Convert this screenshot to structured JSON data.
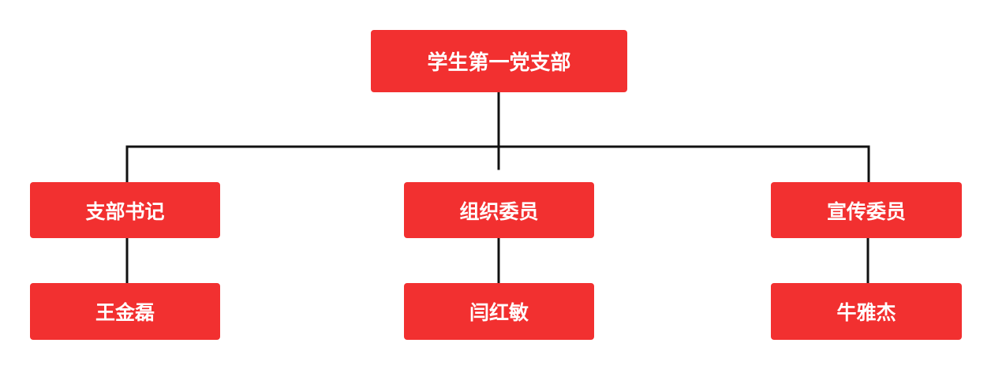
{
  "root": {
    "label": "学生第一党支部"
  },
  "roles": [
    {
      "title": "支部书记",
      "person": "王金磊"
    },
    {
      "title": "组织委员",
      "person": "闫红敏"
    },
    {
      "title": "宣传委员",
      "person": "牛雅杰"
    }
  ],
  "colors": {
    "node_fill": "#f23030",
    "node_text": "#ffffff",
    "connector": "#111111",
    "background": "#ffffff"
  }
}
